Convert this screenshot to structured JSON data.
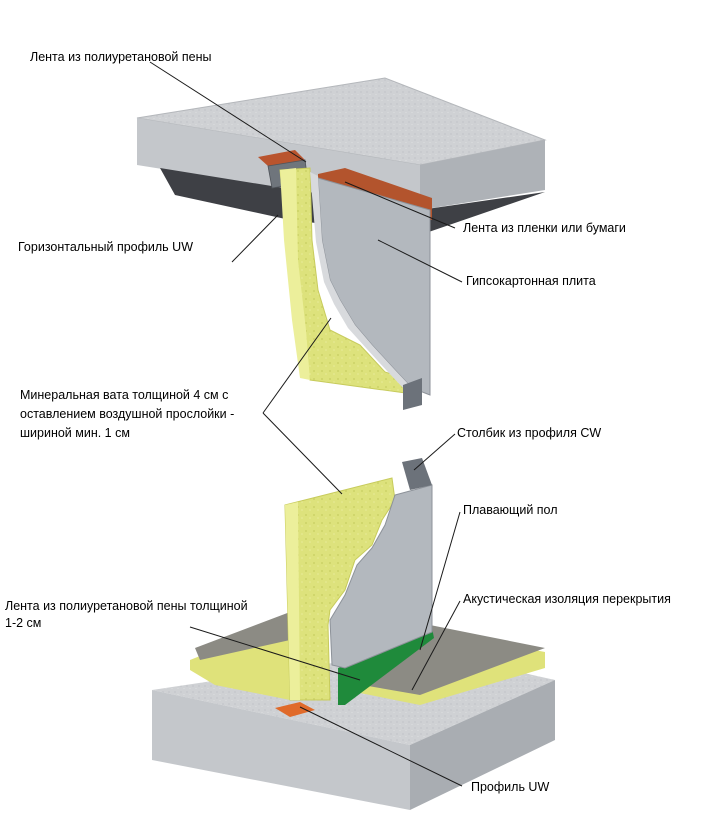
{
  "labels": {
    "tape_pu_foam_top": "Лента из полиуретановой пены",
    "tape_film_paper": "Лента из пленки или бумаги",
    "horizontal_profile_uw": "Горизонтальный профиль UW",
    "drywall_board": "Гипсокартонная плита",
    "mineral_wool": "Минеральная вата толщиной 4 см с\nоставлением воздушной прослойки -\nшириной мин. 1 см",
    "stud_cw": "Столбик из профиля CW",
    "floating_floor": "Плавающий пол",
    "acoustic_insulation": "Акустическая изоляция перекрытия",
    "tape_pu_foam_bottom": "Лента из полиуретановой пены толщиной\n1-2 см",
    "profile_uw": "Профиль UW"
  },
  "colors": {
    "concrete": "#c9cbce",
    "concrete_dark": "#9ea2a7",
    "wool": "#dfe27a",
    "wool_dark": "#c7cb5c",
    "drywall": "#b2b7bd",
    "tape_red": "#b3542d",
    "tape_orange": "#e06a2a",
    "tape_green": "#1f8a3b",
    "screed": "#8b8a82"
  }
}
